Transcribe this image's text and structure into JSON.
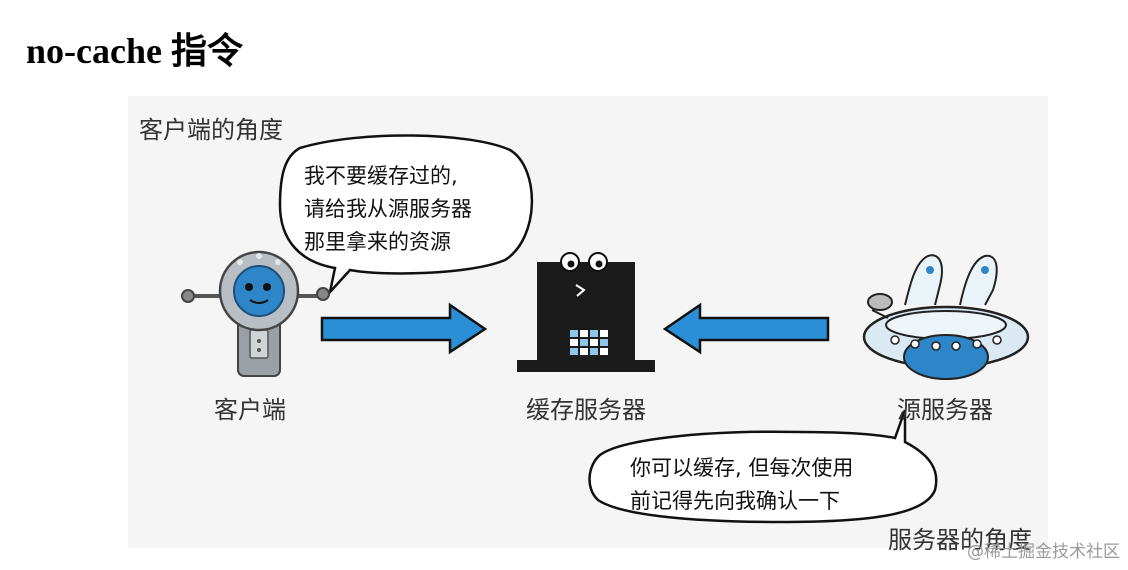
{
  "title": {
    "text": "no-cache 指令"
  },
  "client_view": {
    "caption": "客户端的角度",
    "bubble_lines": [
      "我不要缓存过的,",
      "请给我从源服务器",
      "那里拿来的资源"
    ]
  },
  "server_view": {
    "caption": "服务器的角度",
    "bubble_lines": [
      "你可以缓存, 但每次使用",
      "前记得先向我确认一下"
    ]
  },
  "nodes": {
    "client": "客户端",
    "cache_server": "缓存服务器",
    "origin_server": "源服务器"
  },
  "colors": {
    "arrow": "#2a8fd6",
    "hat": "#1b1b1b",
    "robot": "#9aa0a5",
    "screen": "#2e86c9",
    "ufo": "#dbe9f2"
  },
  "watermark": "@稀土掘金技术社区"
}
